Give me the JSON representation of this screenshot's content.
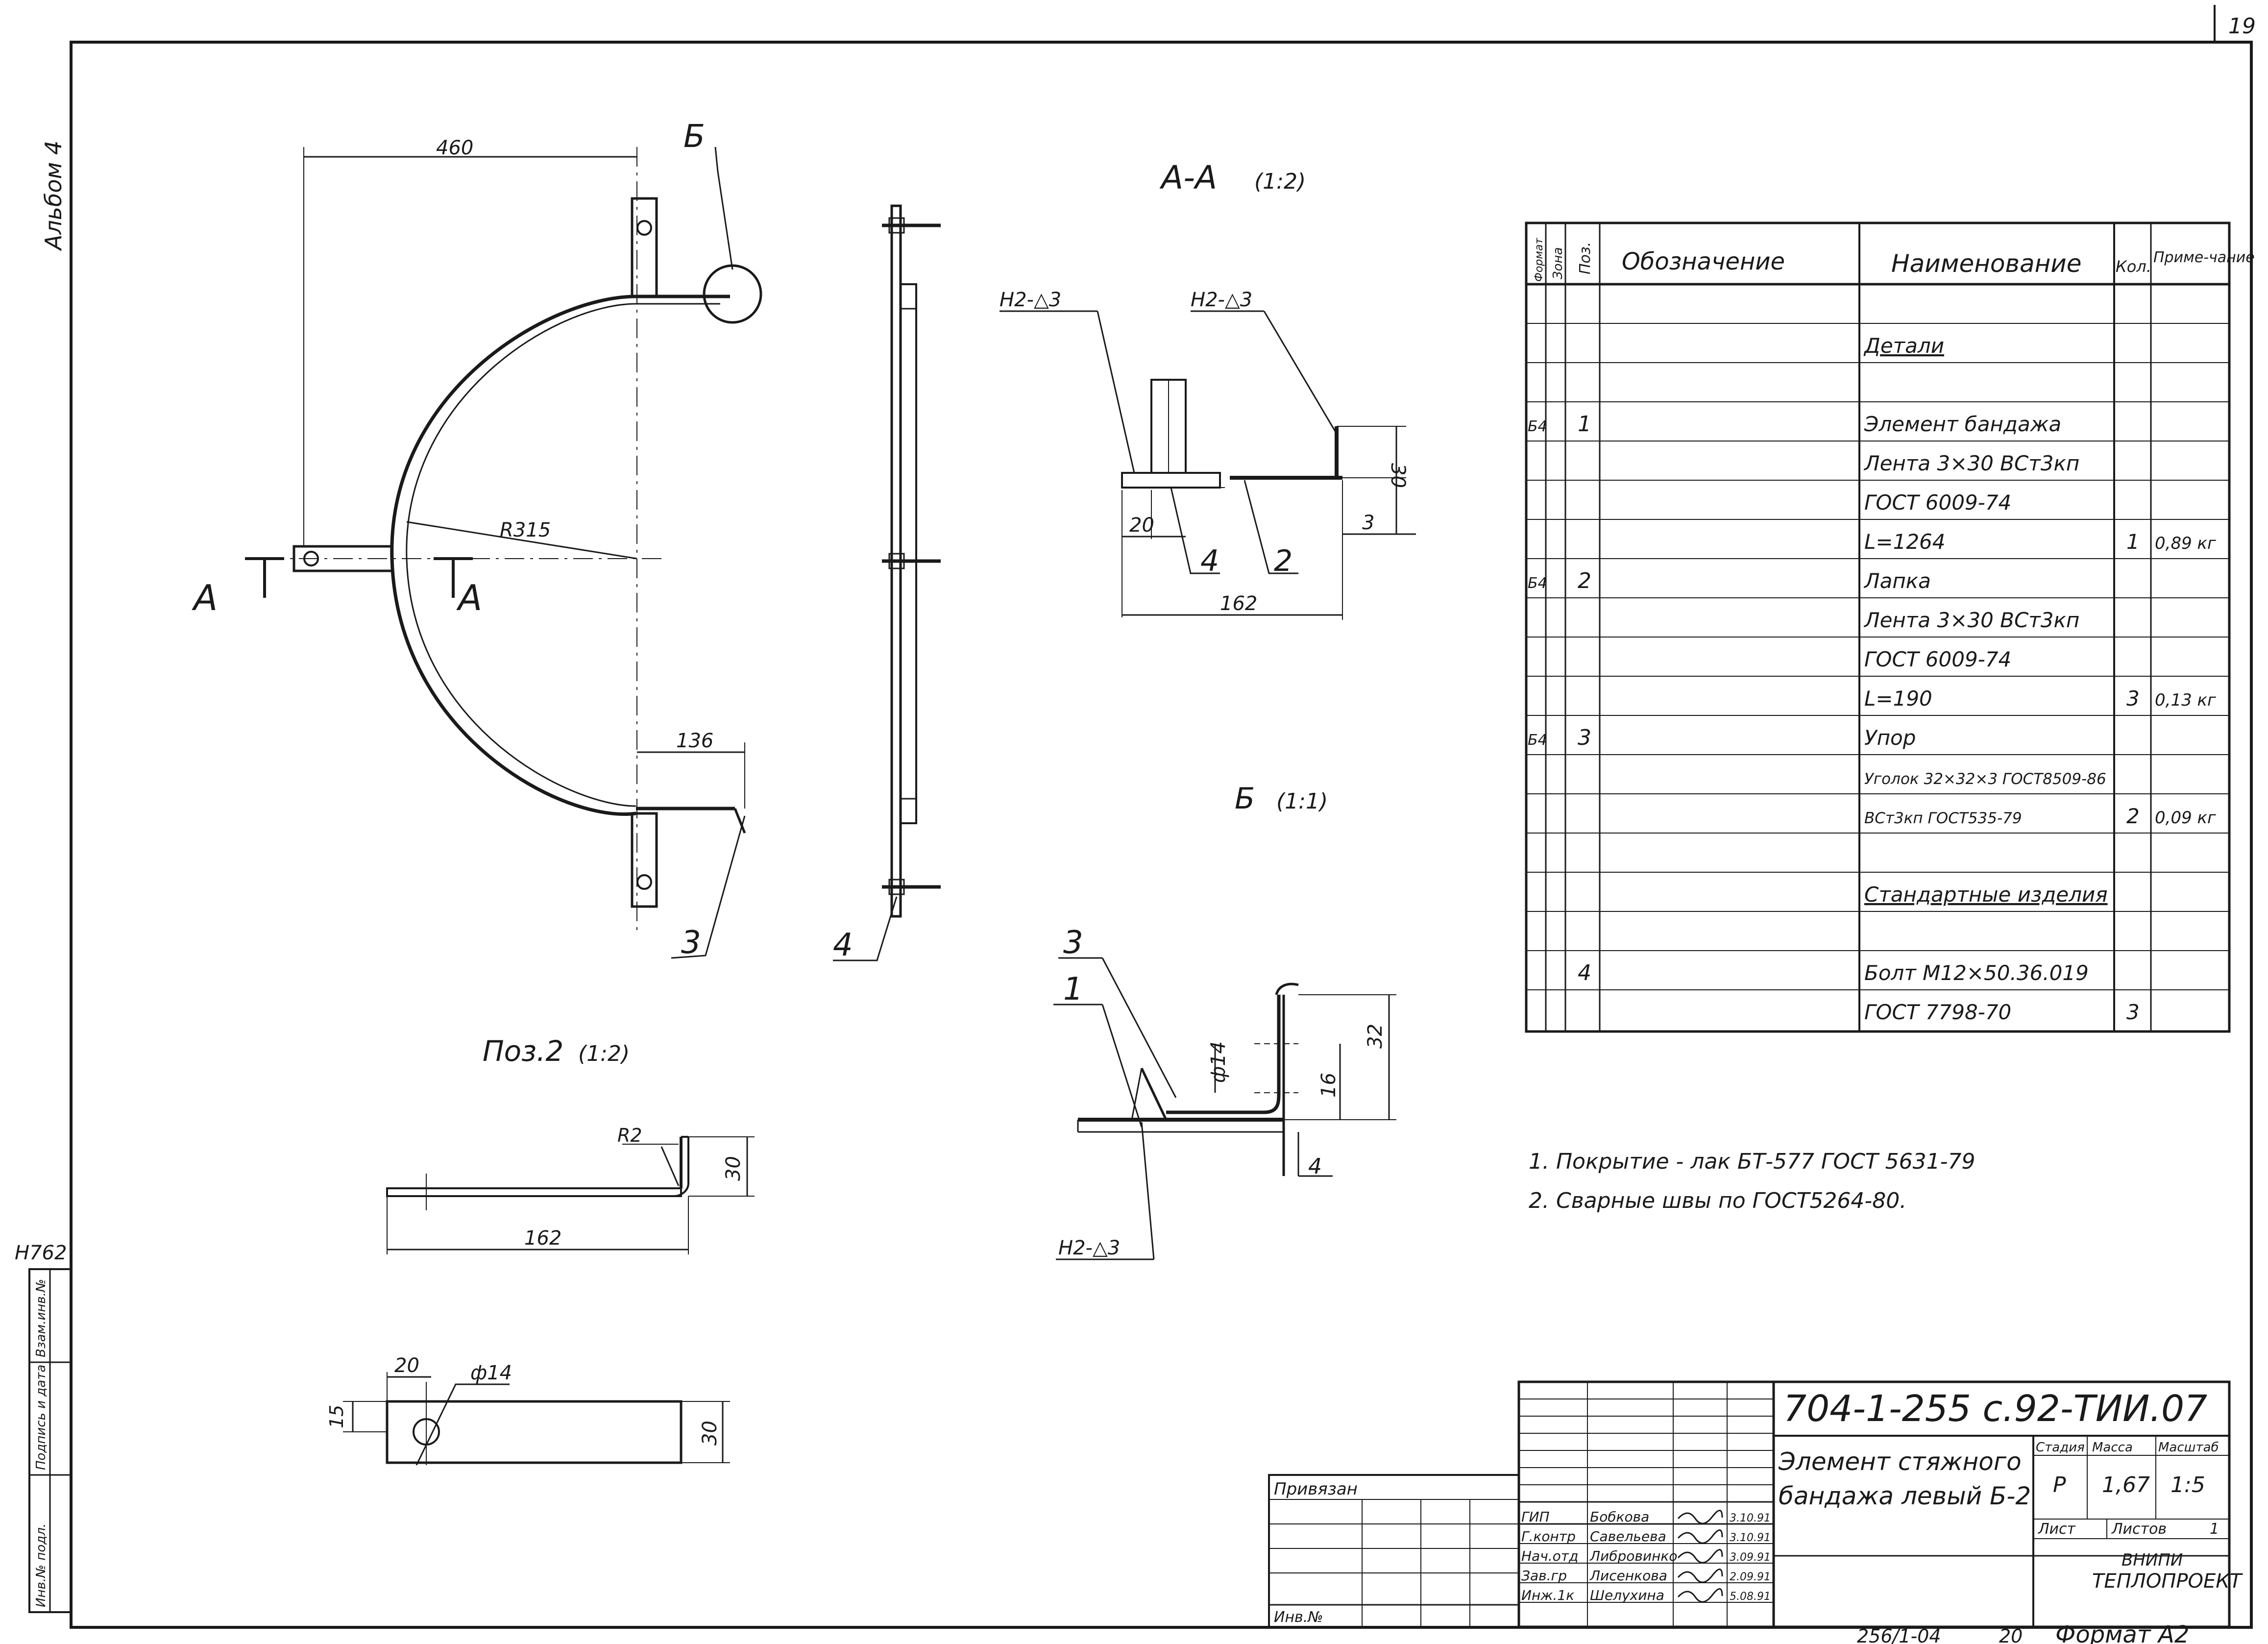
{
  "sheet": {
    "page_number": "19",
    "album": "Альбом 4",
    "side_code": "Н762",
    "side_stamp_labels": [
      "Инв.№ подл.",
      "Подпись и дата",
      "Взам.инв.№"
    ],
    "footer_code": "256/1-04",
    "footer_num": "20",
    "format": "Формат А2"
  },
  "views": {
    "main_dim_460": "460",
    "main_radius": "R315",
    "main_dim_136": "136",
    "label_b": "Б",
    "cut_a": "А",
    "pos3": "3",
    "pos4": "4",
    "section_aa_title": "А-А",
    "section_aa_scale": "(1:2)",
    "weld1": "Н2-△3",
    "weld2": "Н2-△3",
    "aa_dim_30": "30",
    "aa_dim_3": "3",
    "aa_dim_20": "20",
    "aa_dim_162": "162",
    "aa_pos4": "4",
    "aa_pos2": "2",
    "view_b_title": "Б",
    "view_b_scale": "(1:1)",
    "b_pos3": "3",
    "b_pos1": "1",
    "b_dia14": "ф14",
    "b_dim_16": "16",
    "b_dim_32": "32",
    "b_dim_4": "4",
    "b_weld": "Н2-△3",
    "pos2_title": "Поз.2",
    "pos2_scale": "(1:2)",
    "pos2_r2": "R2",
    "pos2_dim_30": "30",
    "pos2_dim_162": "162",
    "plan_dim_20": "20",
    "plan_dia14": "ф14",
    "plan_dim_15": "15",
    "plan_dim_30": "30"
  },
  "spec": {
    "headers": {
      "format": "Формат",
      "zone": "Зона",
      "pos": "Поз.",
      "designation": "Обозначение",
      "name": "Наименование",
      "qty": "Кол.",
      "note": "Приме-чание"
    },
    "rows": [
      {
        "format": "",
        "pos": "",
        "name": "",
        "qty": "",
        "note": ""
      },
      {
        "format": "",
        "pos": "",
        "name": "Детали",
        "qty": "",
        "note": "",
        "underline": true
      },
      {
        "format": "",
        "pos": "",
        "name": "",
        "qty": "",
        "note": ""
      },
      {
        "format": "Б4",
        "pos": "1",
        "name": "Элемент бандажа",
        "qty": "",
        "note": ""
      },
      {
        "format": "",
        "pos": "",
        "name": "Лента 3×30 ВСт3кп",
        "qty": "",
        "note": ""
      },
      {
        "format": "",
        "pos": "",
        "name": "ГОСТ 6009-74",
        "qty": "",
        "note": ""
      },
      {
        "format": "",
        "pos": "",
        "name": "L=1264",
        "qty": "1",
        "note": "0,89 кг"
      },
      {
        "format": "Б4",
        "pos": "2",
        "name": "Лапка",
        "qty": "",
        "note": ""
      },
      {
        "format": "",
        "pos": "",
        "name": "Лента 3×30 ВСт3кп",
        "qty": "",
        "note": ""
      },
      {
        "format": "",
        "pos": "",
        "name": "ГОСТ 6009-74",
        "qty": "",
        "note": ""
      },
      {
        "format": "",
        "pos": "",
        "name": "L=190",
        "qty": "3",
        "note": "0,13 кг"
      },
      {
        "format": "Б4",
        "pos": "3",
        "name": "Упор",
        "qty": "",
        "note": ""
      },
      {
        "format": "",
        "pos": "",
        "name": "Уголок 32×32×3 ГОСТ8509-86",
        "qty": "",
        "note": "",
        "small": true
      },
      {
        "format": "",
        "pos": "",
        "name": "ВСт3кп ГОСТ535-79",
        "qty": "2",
        "note": "0,09 кг",
        "small": true
      },
      {
        "format": "",
        "pos": "",
        "name": "",
        "qty": "",
        "note": ""
      },
      {
        "format": "",
        "pos": "",
        "name": "Стандартные изделия",
        "qty": "",
        "note": "",
        "underline": true
      },
      {
        "format": "",
        "pos": "",
        "name": "",
        "qty": "",
        "note": ""
      },
      {
        "format": "",
        "pos": "4",
        "name": "Болт М12×50.36.019",
        "qty": "",
        "note": ""
      },
      {
        "format": "",
        "pos": "",
        "name": "ГОСТ 7798-70",
        "qty": "3",
        "note": ""
      }
    ]
  },
  "notes": [
    "1. Покрытие - лак БТ-577 ГОСТ 5631-79",
    "2. Сварные швы по ГОСТ5264-80."
  ],
  "title_block": {
    "doc_code": "704-1-255 с.92-ТИИ.07",
    "title_line1": "Элемент стяжного",
    "title_line2": "бандажа левый Б-2",
    "stage_label": "Стадия",
    "mass_label": "Масса",
    "scale_label": "Масштаб",
    "stage": "Р",
    "mass": "1,67",
    "scale": "1:5",
    "sheet_label": "Лист",
    "sheets_label": "Листов",
    "sheets": "1",
    "org1": "ВНИПИ",
    "org2": "ТЕПЛОПРОЕКТ",
    "privyazan": "Привязан",
    "inv": "Инв.№",
    "roles": [
      {
        "role": "ГИП",
        "name": "Бобкова",
        "date": "3.10.91"
      },
      {
        "role": "Г.контр",
        "name": "Савельева",
        "date": "3.10.91"
      },
      {
        "role": "Нач.отд",
        "name": "Либровинко",
        "date": "3.09.91"
      },
      {
        "role": "Зав.гр",
        "name": "Лисенкова",
        "date": "2.09.91"
      },
      {
        "role": "Инж.1к",
        "name": "Шелухина",
        "date": "5.08.91"
      }
    ]
  }
}
